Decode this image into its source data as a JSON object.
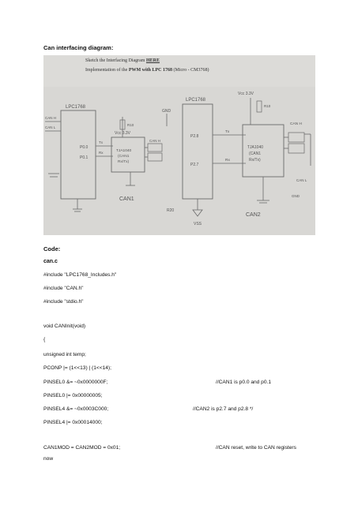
{
  "headings": {
    "diagram": "Can interfacing diagram:",
    "code": "Code:",
    "file": "can.c"
  },
  "photo": {
    "line1_prefix": "Sketch the Interfacing Diagram",
    "line1_link": "HERE",
    "line2_prefix": "Implementation of the",
    "line2_bold": "PWM with LPC 1768",
    "line2_suffix": "(Micro - CM3768)",
    "labels": {
      "lpc_left": "LPC1768",
      "lpc_right": "LPC1768",
      "vcc_left": "Vcc 3.3V",
      "vcc_right": "Vcc 3.3V",
      "r10_left": "R10",
      "r10_right": "R10",
      "can1": "CAN1",
      "can2": "CAN2",
      "can_h": "CAN H",
      "can_l": "CAN L",
      "canh_conn": "CAN H",
      "ic_left_1": "TJA1040",
      "ic_left_2": "(CAN1",
      "ic_left_3": "Rx/Tx)",
      "ic_right_1": "TJA1040",
      "ic_right_2": "(CAN1",
      "ic_right_3": "Rx/Tx)",
      "p0_0": "P0.0",
      "p0_1": "P0.1",
      "p2_8": "P2.8",
      "p2_7": "P2.7",
      "tx": "Tx",
      "rx": "Rx",
      "gnd": "GND",
      "gnd2": "GND",
      "vss": "VSS",
      "r20": "R20",
      "canh_left": "CAN H",
      "canh_left2": "CAN L"
    }
  },
  "code_lines": [
    "#include \"LPC1768_Includes.h\"",
    "#include \"CAN.h\"",
    "#include \"stdio.h\"",
    "void CANInit(void)",
    "{",
    "unsigned int temp;",
    "PCONP |= (1<<13) | (1<<14);",
    "PINSEL0 &= ~0x0000000F;",
    "PINSEL0 |= 0x00000005;",
    "PINSEL4 &= ~0x0003C000;",
    "PINSEL4 |= 0x00014000;",
    "CAN1MOD = CAN2MOD = 0x01;",
    "now"
  ],
  "comments": {
    "pinsel0": "//CAN1 is p0.0 and p0.1",
    "pinsel4": "//CAN2 is p2.7 and p2.8 */",
    "canmod": "//CAN reset, write to CAN registers"
  }
}
